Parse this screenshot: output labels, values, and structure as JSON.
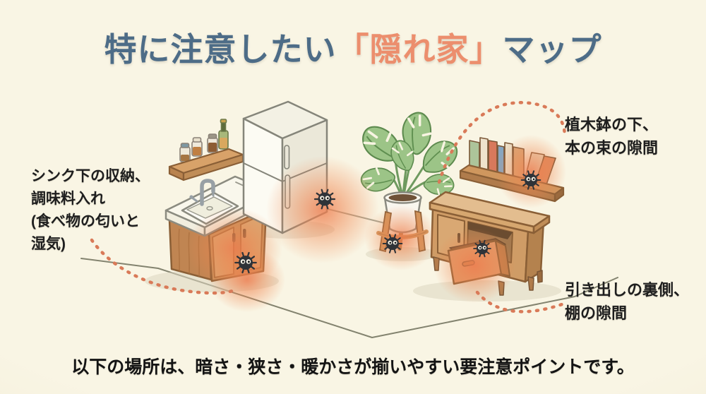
{
  "title": {
    "prefix": "特に注意したい",
    "highlight": "「隠れ家」",
    "suffix": "マップ"
  },
  "annotations": {
    "sink": {
      "line1": "シンク下の収納、",
      "line2": "調味料入れ",
      "line3": "(食べ物の匂いと",
      "line4": "湿気)"
    },
    "plant_books": {
      "line1": "植木鉢の下、",
      "line2": "本の束の隙間"
    },
    "drawer_shelf": {
      "line1": "引き出しの裏側、",
      "line2": "棚の隙間"
    }
  },
  "caption": "以下の場所は、暗さ・狭さ・暖かさが揃いやすい要注意ポイントです。",
  "icons": {
    "pest_bug": "fuzzy-black-bug-with-white-eyes",
    "hotspot_glow": "orange-radial-highlight",
    "connector": "orange-dashed-arc"
  },
  "colors": {
    "background": "#f8f4e2",
    "title_blue": "#4d6c87",
    "accent_orange": "#ec8e6d",
    "glow_orange": "#ef8054",
    "dash_orange": "#d97a58",
    "ink": "#1e1e1e",
    "wood": "#cf975e"
  }
}
